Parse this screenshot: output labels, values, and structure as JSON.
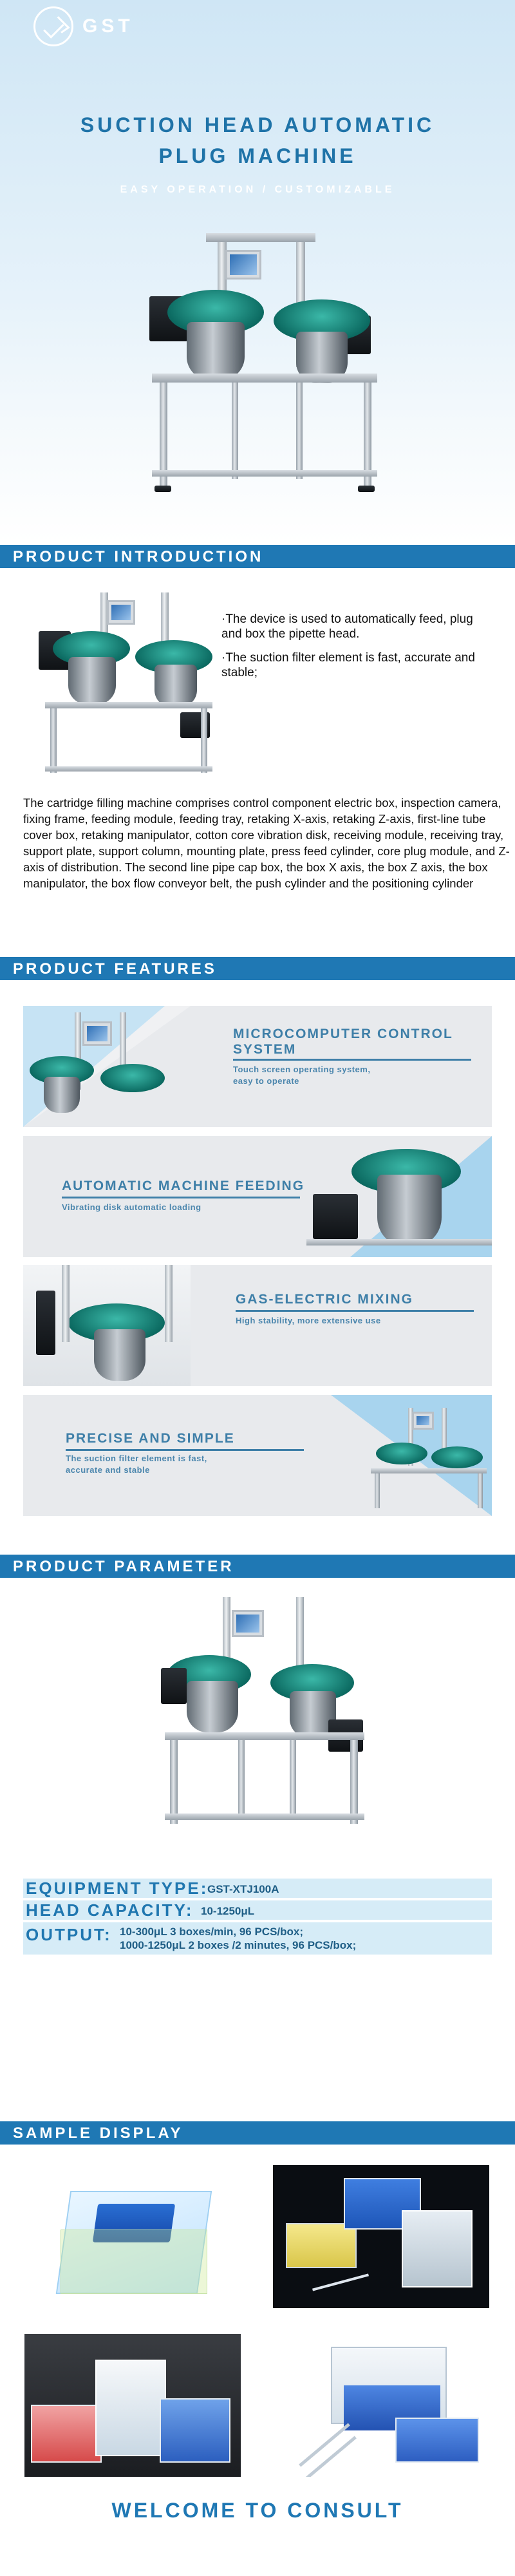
{
  "brand": {
    "name": "GST"
  },
  "hero": {
    "title_line1": "SUCTION HEAD AUTOMATIC",
    "title_line2": "PLUG MACHINE",
    "subtitle": "EASY OPERATION / CUSTOMIZABLE"
  },
  "sections": {
    "introduction": "PRODUCT INTRODUCTION",
    "features": "PRODUCT FEATURES",
    "parameter": "PRODUCT PARAMETER",
    "samples": "SAMPLE DISPLAY"
  },
  "intro": {
    "bullets": [
      "·The device is used to automatically feed, plug and box the pipette head.",
      "·The suction filter element is fast, accurate and stable;"
    ],
    "paragraph": "The cartridge filling machine comprises control component electric box, inspection camera, fixing frame, feeding module, feeding tray, retaking X-axis, retaking Z-axis, first-line tube cover box, retaking manipulator, cotton core vibration disk, receiving module, receiving tray, support plate, support column, mounting plate, press feed cylinder, core plug module, and Z-axis of distribution. The second line pipe cap box, the box X axis, the box Z axis, the box manipulator, the box flow conveyor belt, the push cylinder and the positioning cylinder"
  },
  "features": [
    {
      "title_line1": "MICROCOMPUTER CONTROL",
      "title_line2": "SYSTEM",
      "desc_line1": "Touch screen operating system,",
      "desc_line2": "easy to operate"
    },
    {
      "title_line1": "AUTOMATIC MACHINE FEEDING",
      "desc_line1": "Vibrating disk automatic loading"
    },
    {
      "title_line1": "GAS-ELECTRIC MIXING",
      "desc_line1": "High stability, more extensive use"
    },
    {
      "title_line1": "PRECISE AND SIMPLE",
      "desc_line1": "The suction filter element is fast,",
      "desc_line2": "accurate and stable"
    }
  ],
  "parameters": {
    "equipment_type": {
      "label": "EQUIPMENT TYPE:",
      "value": "GST-XTJ100A"
    },
    "head_capacity": {
      "label": "HEAD CAPACITY:",
      "value": "10-1250μL"
    },
    "output": {
      "label": "OUTPUT:",
      "value_line1": "10-300μL 3 boxes/min, 96 PCS/box;",
      "value_line2": "1000-1250μL 2 boxes /2 minutes, 96 PCS/box;"
    }
  },
  "closing": "WELCOME TO CONSULT",
  "colors": {
    "accent": "#1f78b4",
    "feature_text": "#3e7fa8",
    "bowl_green": "#0c6b62"
  }
}
